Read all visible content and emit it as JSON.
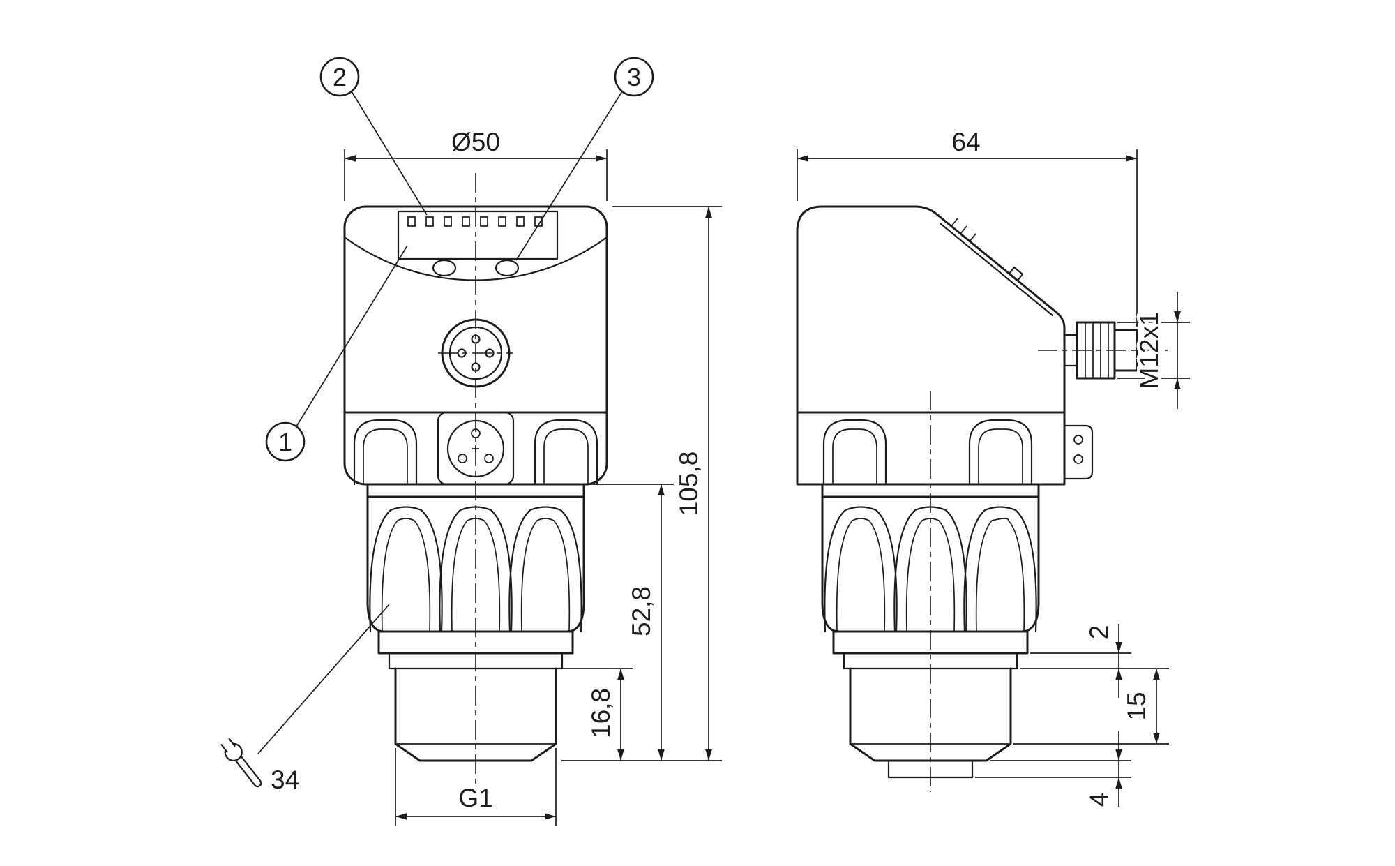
{
  "colors": {
    "background": "#ffffff",
    "line": "#1c1c1c"
  },
  "callouts": [
    {
      "label": "1"
    },
    {
      "label": "2"
    },
    {
      "label": "3"
    }
  ],
  "dimensions": {
    "head_diameter": "Ø50",
    "housing_depth": "64",
    "total_height": "105,8",
    "lower_height": "52,8",
    "thread_length": "16,8",
    "process_thread": "G1",
    "wrench_size": "34",
    "connector_thread": "M12x1",
    "seal_lip": "2",
    "thread_engagement": "15",
    "tip_height": "4"
  }
}
